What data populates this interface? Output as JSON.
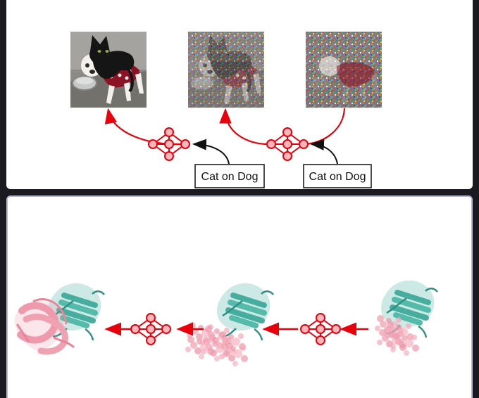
{
  "image_diffusion": {
    "prompts": [
      "Cat on Dog",
      "Cat on Dog"
    ],
    "images": [
      {
        "name": "clean-image",
        "noise": 0.0
      },
      {
        "name": "partially-noised-image",
        "noise": 0.55
      },
      {
        "name": "heavily-noised-image",
        "noise": 0.9
      }
    ]
  },
  "protein_diffusion": {
    "structures": [
      {
        "name": "generated-complex",
        "partner_state": "folded-helices"
      },
      {
        "name": "partially-denoised-complex",
        "partner_state": "diffuse-cloud"
      },
      {
        "name": "noised-complex",
        "partner_state": "compact-cloud"
      }
    ]
  },
  "colors": {
    "arrow": "#e8000b",
    "node_fill": "#f7b7bd",
    "target_protein": "#48b0a0",
    "binder_protein": "#ef9aac",
    "dog_sweater": "#8c1326",
    "cat": "#151515",
    "panel_border": "#b7b6dd",
    "background": "#1b1b1f"
  },
  "icons": [
    "neural-network-icon",
    "cat-dog-photo",
    "protein-ribbon"
  ]
}
